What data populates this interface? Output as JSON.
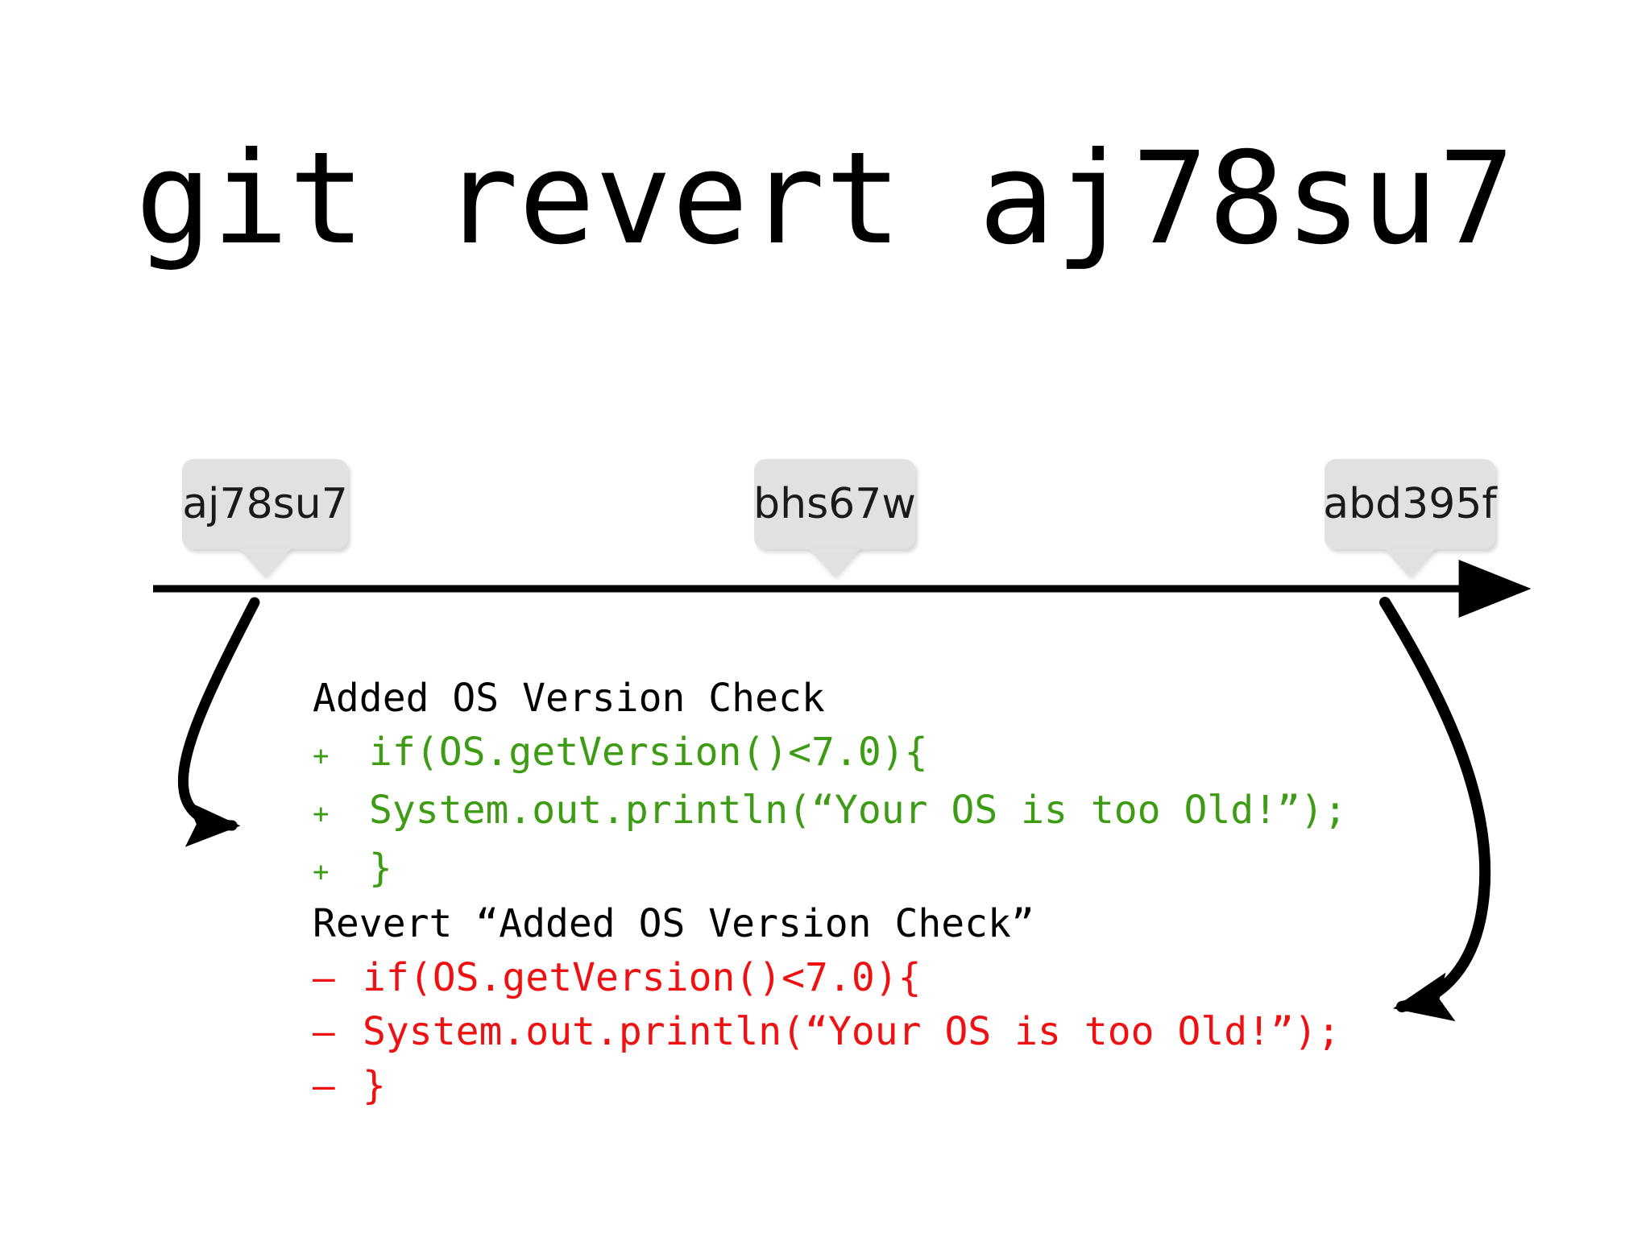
{
  "slide": {
    "title": "git revert aj78su7",
    "background_color": "#ffffff"
  },
  "timeline": {
    "name": "commit-history-timeline",
    "line_color": "#000000",
    "direction_arrow": "right-arrow-icon",
    "commits": [
      {
        "id": "aj78su7"
      },
      {
        "id": "bhs67w"
      },
      {
        "id": "abd395f"
      }
    ]
  },
  "arrows": {
    "left_callout": {
      "name": "curved-arrow-to-added-commit",
      "color": "#000000"
    },
    "right_callout": {
      "name": "curved-arrow-to-revert-commit",
      "color": "#000000"
    }
  },
  "diffs": [
    {
      "key": "added",
      "title": "Added OS Version Check",
      "marker": "+",
      "color": "#3d9c14",
      "lines": [
        "if(OS.getVersion()<7.0){",
        "System.out.println(“Your OS is too Old!”);",
        "}"
      ]
    },
    {
      "key": "revert",
      "title": "Revert “Added OS Version Check”",
      "marker": "–",
      "color": "#ef1111",
      "lines": [
        "if(OS.getVersion()<7.0){",
        "System.out.println(“Your OS is too Old!”);",
        "}"
      ]
    }
  ]
}
